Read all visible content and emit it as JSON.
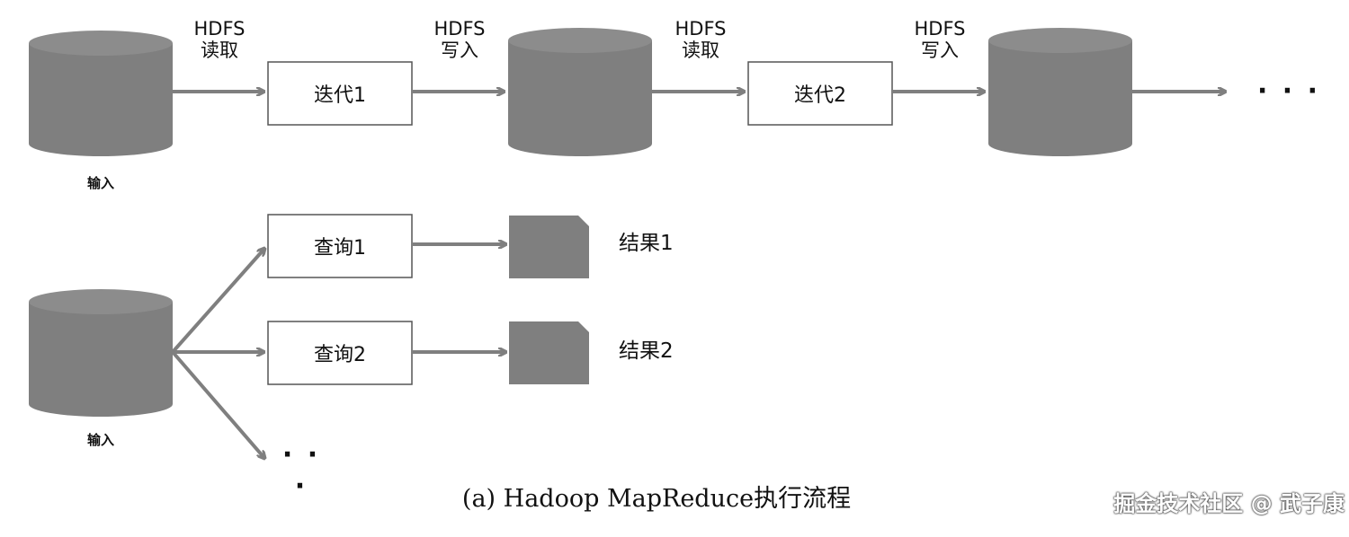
{
  "iterative": {
    "read_label_1": "HDFS\n读取",
    "write_label_1": "HDFS\n写入",
    "read_label_2": "HDFS\n读取",
    "write_label_2": "HDFS\n写入",
    "step_1": "迭代1",
    "step_2": "迭代2",
    "input_label": "输入",
    "ellipsis": "· · ·"
  },
  "query": {
    "query_1": "查询1",
    "query_2": "查询2",
    "result_1": "结果1",
    "result_2": "结果2",
    "input_label": "输入",
    "ellipsis": "· · ·"
  },
  "caption": "(a) Hadoop MapReduce执行流程",
  "watermark": "掘金技术社区 @ 武子康",
  "colors": {
    "cylinder": "#7f7f7f",
    "arrow": "#7f7f7f",
    "box_border": "#555555",
    "text": "#111111"
  }
}
